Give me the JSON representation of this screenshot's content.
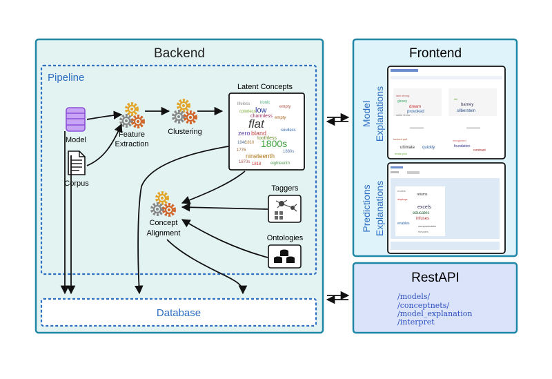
{
  "backend": {
    "title": "Backend",
    "pipeline": {
      "label": "Pipeline",
      "model": "Model",
      "corpus": "Corpus",
      "feature_extraction": [
        "Feature",
        "Extraction"
      ],
      "clustering": "Clustering",
      "latent_concepts": {
        "title": "Latent Concepts",
        "words": [
          "low",
          "flat",
          "zero",
          "bland",
          "toothless",
          "1800s",
          "nineteenth",
          "empty",
          "charmless",
          "1818"
        ]
      },
      "concept_alignment": [
        "Concept",
        "Alignment"
      ],
      "taggers": "Taggers",
      "ontologies": "Ontologies"
    },
    "database": "Database"
  },
  "frontend": {
    "title": "Frontend",
    "model_explanations": [
      "Model",
      "Explanations"
    ],
    "predictions_explanations": [
      "Predictions",
      "Explanations"
    ],
    "screen1_words": [
      "dream",
      "provoked",
      "ultimate",
      "quickly",
      "barney",
      "silberstein",
      "foundation",
      "contrast"
    ],
    "screen2_words": [
      "returns",
      "excels",
      "educates",
      "infuses",
      "enables",
      "communicates",
      "elevates"
    ]
  },
  "restapi": {
    "title": "RestAPI",
    "endpoints": [
      "/models/",
      "/conceptnets/",
      "/model_explanation",
      "/interpret"
    ]
  },
  "colors": {
    "panel_fill": "#e3f3f1",
    "panel_border": "#1e86a6",
    "frontend_fill": "#dff3fa",
    "restapi_fill": "#dbe3fb",
    "restapi_border": "#1e86a6",
    "pipeline_border": "#2d6fc4",
    "title_blue": "#2d6fc4",
    "endpoint_blue": "#2d4fbf",
    "model_purple": "#a76ee6"
  }
}
